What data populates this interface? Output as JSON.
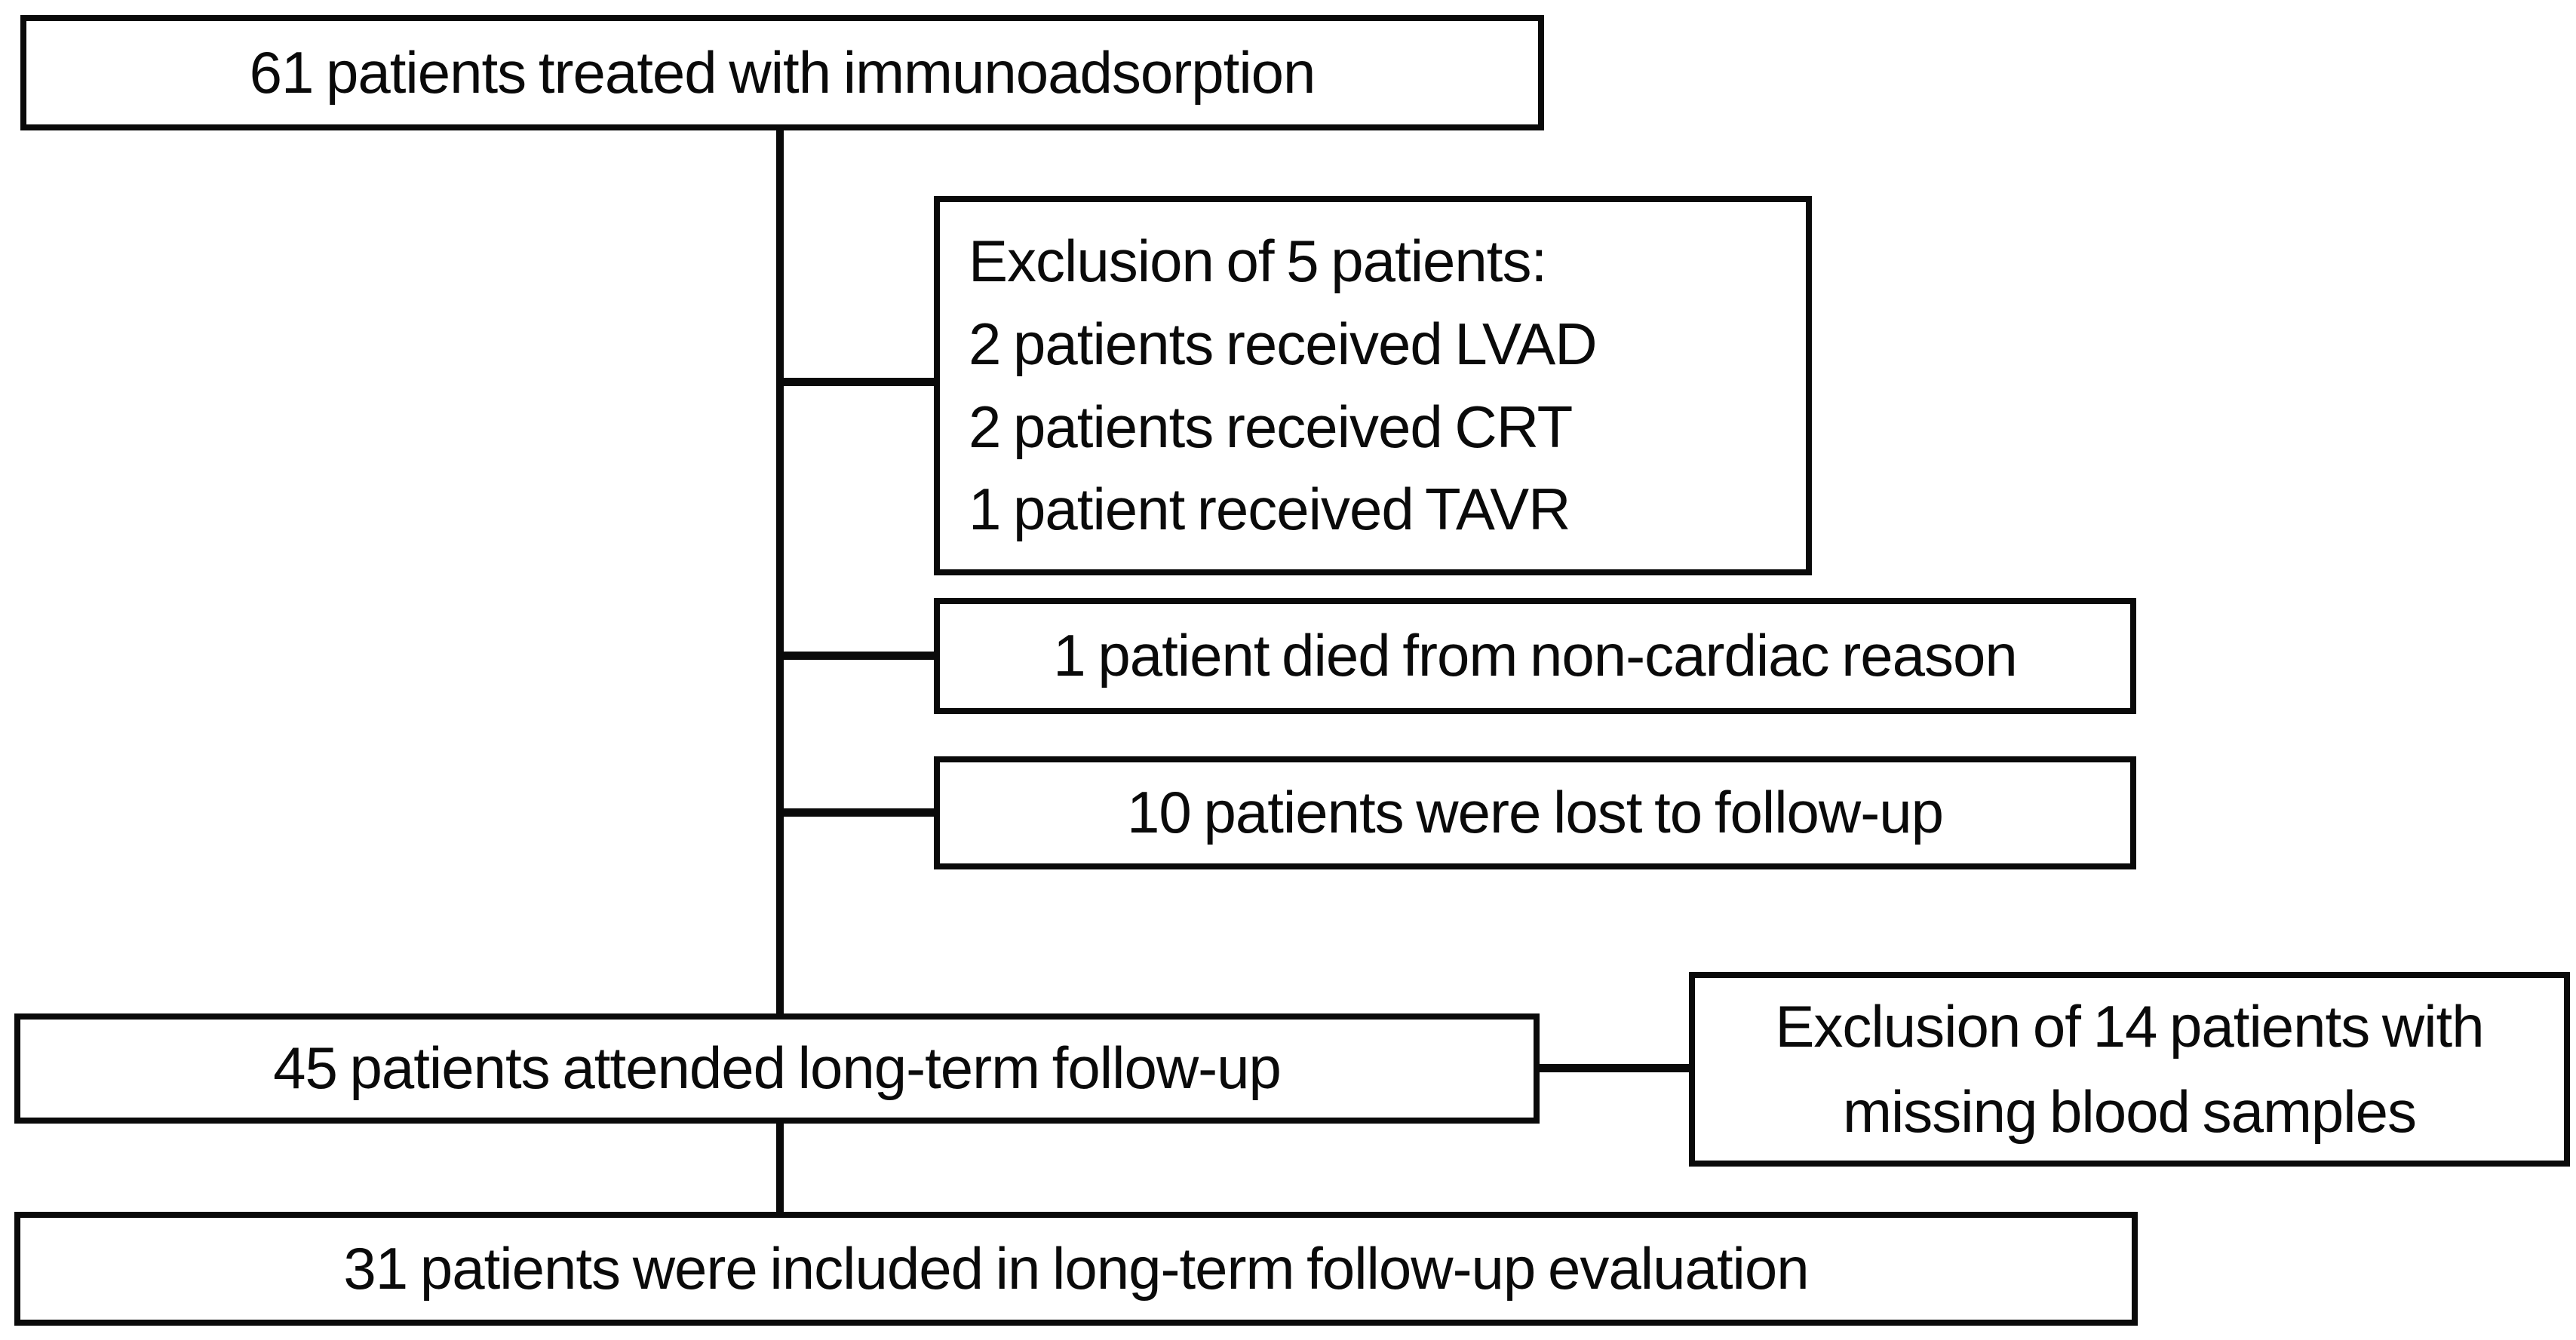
{
  "flowchart": {
    "type": "patient-flow-diagram",
    "colors": {
      "border": "#0a0a0a",
      "background": "#ffffff",
      "text": "#0a0a0a",
      "connector": "#0a0a0a"
    },
    "nodes": {
      "treated": {
        "text": "61 patients treated with immunoadsorption"
      },
      "exclusion5": {
        "line1": "Exclusion of 5 patients:",
        "line2": "2 patients received LVAD",
        "line3": "2 patients received CRT",
        "line4": "1 patient received TAVR"
      },
      "died": {
        "text": "1 patient died from non-cardiac reason"
      },
      "lost": {
        "text": "10 patients were lost to follow-up"
      },
      "attended": {
        "text": "45 patients attended long-term follow-up"
      },
      "exclusion14": {
        "line1": "Exclusion of 14 patients with",
        "line2": "missing blood samples"
      },
      "included": {
        "text": "31 patients were included in long-term follow-up evaluation"
      }
    },
    "edges": [
      {
        "from": "treated",
        "to": "attended",
        "via": "vertical-spine"
      },
      {
        "from": "spine",
        "to": "exclusion5",
        "type": "branch-right"
      },
      {
        "from": "spine",
        "to": "died",
        "type": "branch-right"
      },
      {
        "from": "spine",
        "to": "lost",
        "type": "branch-right"
      },
      {
        "from": "attended",
        "to": "exclusion14",
        "type": "branch-right"
      },
      {
        "from": "attended",
        "to": "included",
        "via": "vertical-spine"
      }
    ]
  }
}
